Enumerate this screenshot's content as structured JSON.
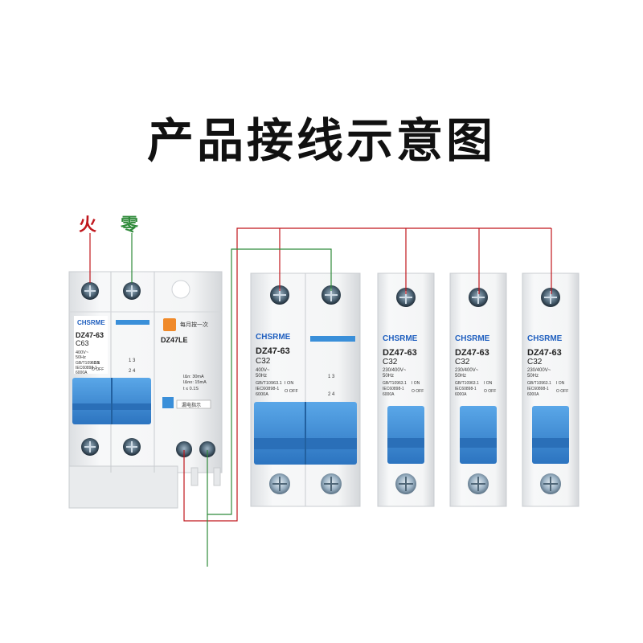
{
  "title": "产品接线示意图",
  "live_label": "火",
  "neutral_label": "零",
  "colors": {
    "live": "#c0161c",
    "neutral": "#2f8a3a",
    "handle": "#3a8fd9",
    "handle_dark": "#2a6fb8",
    "body": "#f1f2f3",
    "brand": "#1f5fbf",
    "test_button": "#f08a2a"
  },
  "rcbo": {
    "brand": "CHSRME",
    "model": "DZ47-63",
    "rating": "C63",
    "voltage": "400V~",
    "frequency": "50Hz",
    "standard1": "GB/T10963.1",
    "standard2": "IEC60898-1",
    "capacity": "6000A",
    "on": "I ON",
    "off": "O OFF",
    "terminals": "2  4",
    "terminals_top": "1  3",
    "le_model": "DZ47LE",
    "test_hint": "每月按一次",
    "idn": "IΔn: 30mA",
    "idno": "IΔno: 15mA",
    "trip_time": "t  ≤  0.1S",
    "leak_label": "漏电指示"
  },
  "breaker_2p": {
    "brand": "CHSRME",
    "model": "DZ47-63",
    "rating": "C32",
    "voltage": "400V~",
    "frequency": "50Hz",
    "standard1": "GB/T10963.1",
    "standard2": "IEC60898-1",
    "capacity": "6000A",
    "on": "I ON",
    "off": "O OFF",
    "terminals_top": "1  3",
    "terminals": "2  4"
  },
  "breakers_1p": [
    {
      "brand": "CHSRME",
      "model": "DZ47-63",
      "rating": "C32",
      "voltage": "230/400V~",
      "frequency": "50Hz",
      "standard1": "GB/T10963.1",
      "standard2": "IEC60898-1",
      "capacity": "6000A",
      "on": "I ON",
      "off": "O OFF"
    },
    {
      "brand": "CHSRME",
      "model": "DZ47-63",
      "rating": "C32",
      "voltage": "230/400V~",
      "frequency": "50Hz",
      "standard1": "GB/T10963.1",
      "standard2": "IEC60898-1",
      "capacity": "6000A",
      "on": "I ON",
      "off": "O OFF"
    },
    {
      "brand": "CHSRME",
      "model": "DZ47-63",
      "rating": "C32",
      "voltage": "230/400V~",
      "frequency": "50Hz",
      "standard1": "GB/T10963.1",
      "standard2": "IEC60898-1",
      "capacity": "6000A",
      "on": "I ON",
      "off": "O OFF"
    }
  ]
}
